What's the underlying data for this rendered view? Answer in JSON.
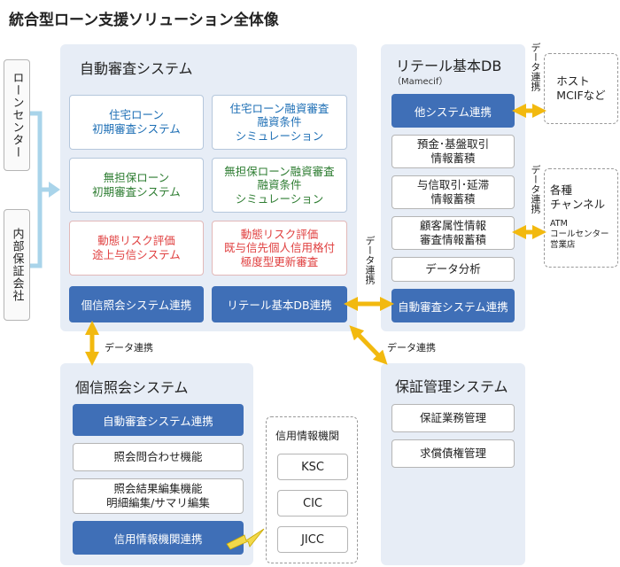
{
  "title": "統合型ローン支援ソリューション全体像",
  "left": {
    "loan_center": "ローンセンター",
    "guarantee_company": "内部保証会社"
  },
  "auto_review": {
    "title": "自動審査システム",
    "cards": [
      "住宅ローン\n初期審査システム",
      "住宅ローン融資審査\n融資条件\nシミュレーション",
      "無担保ローン\n初期審査システム",
      "無担保ローン融資審査\n融資条件\nシミュレーション",
      "動態リスク評価\n途上与信システム",
      "動態リスク評価\n既与信先個人信用格付\n極度型更新審査"
    ],
    "credit_link": "個信照会システム連携",
    "retail_link": "リテール基本DB連携"
  },
  "retail_db": {
    "title": "リテール基本DB",
    "subtitle": "（Mamecif）",
    "other_link": "他システム連携",
    "items": [
      "預金･基盤取引\n情報蓄積",
      "与信取引･延滞\n情報蓄積",
      "顧客属性情報\n審査情報蓄積",
      "データ分析"
    ],
    "auto_link": "自動審査システム連携"
  },
  "host": {
    "label": "ホスト\nMCIFなど"
  },
  "channel": {
    "title": "各種\nチャンネル",
    "detail": "ATM\nコールセンター\n営業店"
  },
  "credit_system": {
    "title": "個信照会システム",
    "auto_link": "自動審査システム連携",
    "items": [
      "照会問合わせ機能",
      "照会結果編集機能\n明細編集/サマリ編集"
    ],
    "agency_link": "信用情報機関連携"
  },
  "agencies": {
    "title": "信用情報機関",
    "items": [
      "KSC",
      "CIC",
      "JICC"
    ]
  },
  "guarantee": {
    "title": "保証管理システム",
    "items": [
      "保証業務管理",
      "求償債権管理"
    ]
  },
  "data_link_label": "データ連携",
  "colors": {
    "panel": "#e7edf6",
    "accent_blue": "#3f6fb7",
    "arrow_yellow": "#f2b90f",
    "connector": "#a9d4ea"
  }
}
